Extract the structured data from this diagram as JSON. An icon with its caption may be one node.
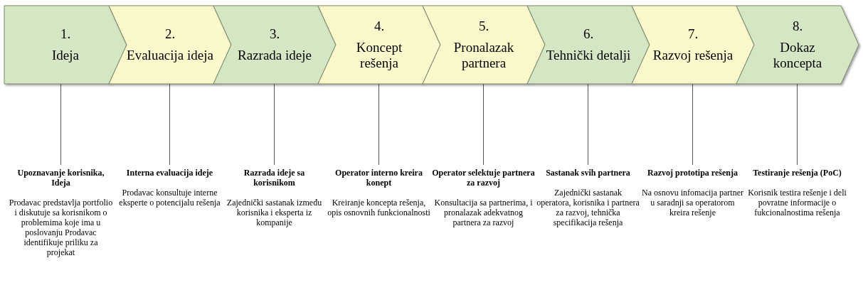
{
  "diagram": {
    "nodes": [
      {
        "text": [
          "1.",
          "Ideja"
        ]
      },
      {
        "text": [
          "2.",
          "Evaluacija ideja"
        ]
      },
      {
        "text": [
          "3.",
          "Razrada ideje"
        ]
      },
      {
        "text": [
          "4.",
          "Koncept rešenja"
        ]
      },
      {
        "text": [
          "5.",
          "Pronalazak partnera"
        ]
      },
      {
        "text": [
          "6.",
          "Tehnički detalji"
        ]
      },
      {
        "text": [
          "7.",
          "Razvoj rešenja"
        ]
      },
      {
        "text": [
          "8.",
          "Dokaz koncepta"
        ]
      },
      {
        "text": [
          "Upoznavanje korisnika, Ideja",
          "Prodavac predstavlja portfolio i diskutuje sa korisnikom o problemima koje ima u poslovanju Prodavac identifikuje priliku za projekat"
        ]
      },
      {
        "text": [
          "Interna evaluacija ideje",
          "Prodavac konsultuje interne eksperte o potencijalu rešenja"
        ]
      },
      {
        "text": [
          "Razrada ideje sa korisnikom",
          "Zajednički sastanak između korisnika i eksperta iz kompanije"
        ]
      },
      {
        "text": [
          "Operator interno kreira konept",
          "Kreiranje koncepta rešenja, opis osnovnih funkcionalnosti"
        ]
      },
      {
        "text": [
          "Operator selektuje partnera za razvoj",
          "Konsultacija sa partnerima, i pronalazak adekvatnog partnera za razvoj"
        ]
      },
      {
        "text": [
          "Sastanak svih partnera",
          "Zajednički sastanak operatora, korisnika i partnera za razvoj, tehnička specifikacija rešenja"
        ]
      },
      {
        "text": [
          "Razvoj prototipa rešenja",
          "Na osnovu infomacija partner u saradnji sa operatorom kreira rešenje"
        ]
      },
      {
        "text": [
          "Testiranje rešenja (PoC)",
          "Korisnik testira rešenje i deli povratne informacije o fukcionalnostima rešenja"
        ]
      }
    ],
    "edges": [
      {
        "from": 0,
        "to": 8,
        "arrow": "none"
      },
      {
        "from": 1,
        "to": 9,
        "arrow": "none"
      },
      {
        "from": 2,
        "to": 10,
        "arrow": "none"
      },
      {
        "from": 3,
        "to": 11,
        "arrow": "none"
      },
      {
        "from": 4,
        "to": 12,
        "arrow": "none"
      },
      {
        "from": 5,
        "to": 13,
        "arrow": "none"
      },
      {
        "from": 6,
        "to": 14,
        "arrow": "none"
      },
      {
        "from": 7,
        "to": 15,
        "arrow": "none"
      }
    ]
  }
}
